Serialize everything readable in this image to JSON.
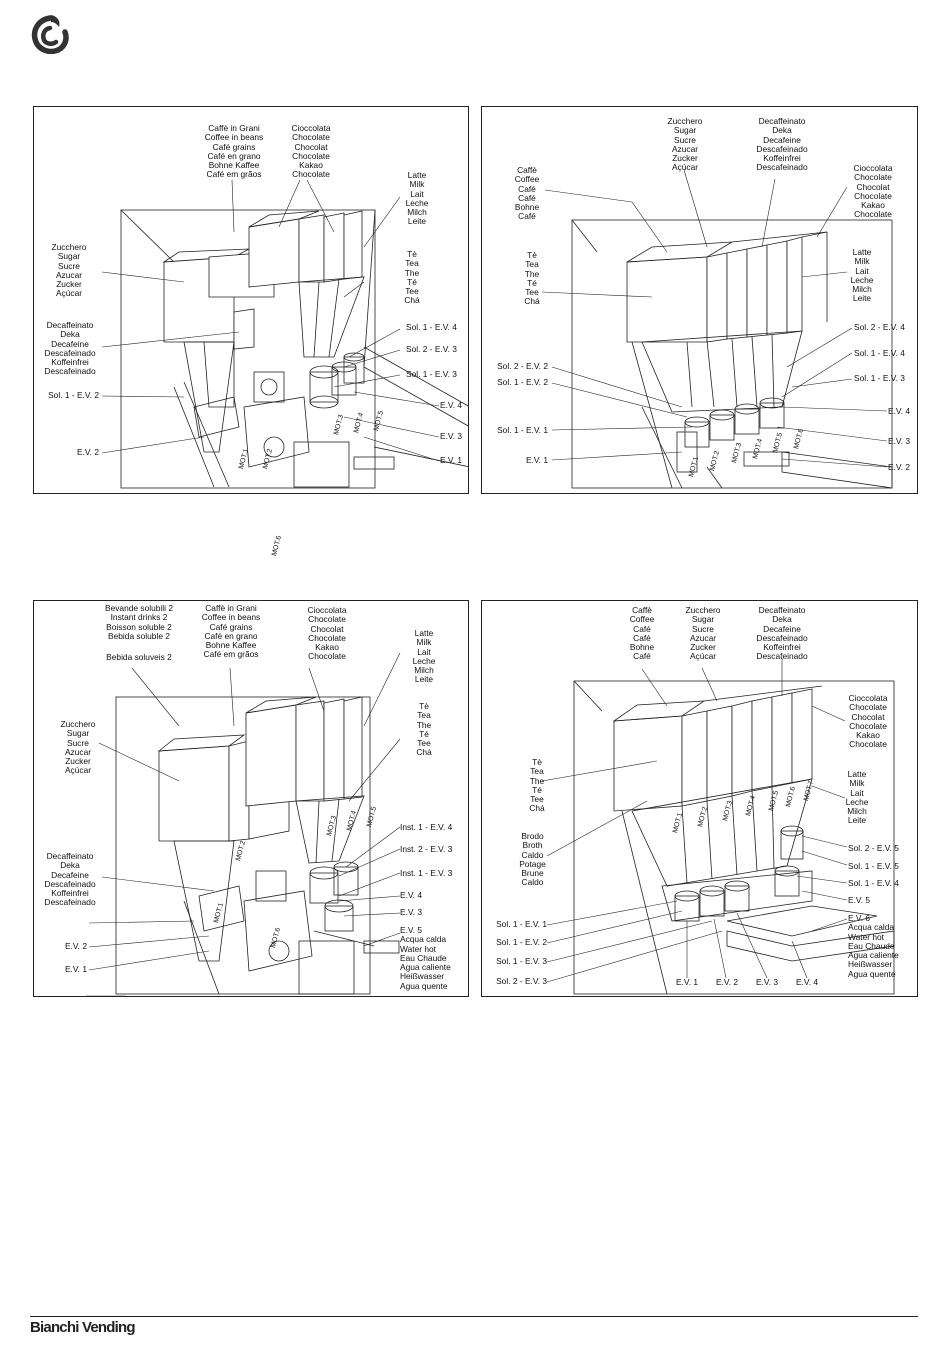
{
  "footer": {
    "brand": "Bianchi Vending"
  },
  "panels": [
    {
      "labels": [
        "Caffè in Grani\nCoffee in beans\nCafé grains\nCafé en grano\nBohne Kaffee\nCafé em grãos",
        "Cioccolata\nChocolate\nChocolat\nChocolate\nKakao\nChocolate",
        "Latte\nMilk\nLait\nLeche\nMilch\nLeite",
        "Zucchero\nSugar\nSucre\nAzucar\nZucker\nAçúcar",
        "Tè\nTea\nThe\nTé\nTee\nChá",
        "Decaffeinato\nDeka\nDecafeine\nDescafeinado\nKoffeinfrei\nDescafeinado",
        "Sol. 1 - E.V. 4",
        "Sol. 2 - E.V. 3",
        "Sol. 1 - E.V. 3",
        "Sol. 1 - E.V. 2",
        "E.V. 4",
        "E.V. 3",
        "E.V. 2",
        "E.V. 1"
      ]
    },
    {
      "labels": [
        "Zucchero\nSugar\nSucre\nAzucar\nZucker\nAçúcar",
        "Decaffeinato\nDeka\nDecafeine\nDescafeinado\nKoffeinfrei\nDescafeinado",
        "Caffè\nCoffee\nCafé\nCafé\nBohne\nCafé",
        "Cioccolata\nChocolate\nChocolat\nChocolate\nKakao\nChocolate",
        "Tè\nTea\nThe\nTé\nTee\nChá",
        "Latte\nMilk\nLait\nLeche\nMilch\nLeite",
        "Sol. 2 - E.V. 4",
        "Sol. 1 - E.V. 4",
        "Sol. 1 - E.V. 3",
        "Sol. 2 - E.V. 2",
        "Sol. 1 - E.V. 2",
        "Sol. 1 - E.V. 1",
        "E.V. 4",
        "E.V. 3",
        "E.V. 1",
        "E.V. 2"
      ]
    },
    {
      "labels": [
        "Bevande solubili 2\nInstant drinks 2\nBoisson soluble 2\nBebida soluble 2",
        "Bebida soluveis 2",
        "Caffè in Grani\nCoffee in beans\nCafé grains\nCafé en grano\nBohne Kaffee\nCafé em grãos",
        "Cioccolata\nChocolate\nChocolat\nChocolate\nKakao\nChocolate",
        "Latte\nMilk\nLait\nLeche\nMilch\nLeite",
        "Zucchero\nSugar\nSucre\nAzucar\nZucker\nAçúcar",
        "Tè\nTea\nThe\nTé\nTee\nChá",
        "Decaffeinato\nDeka\nDecafeine\nDescafeinado\nKoffeinfrei\nDescafeinado",
        "Inst. 1 - E.V. 4",
        "Inst. 2 - E.V. 3",
        "Inst. 1 - E.V. 3",
        "E.V. 4",
        "E.V. 3",
        "E.V. 5\nAcqua calda\nWater hot\nEau Chaude\nAgua caliente\nHeißwasser\nAgua quente",
        "E.V. 2",
        "E.V. 1"
      ]
    },
    {
      "labels": [
        "Caffè\nCoffee\nCafé\nCafé\nBohne\nCafé",
        "Zucchero\nSugar\nSucre\nAzucar\nZucker\nAçúcar",
        "Decaffeinato\nDeka\nDecafeine\nDescafeinado\nKoffeinfrei\nDescafeinado",
        "Cioccolata\nChocolate\nChocolat\nChocolate\nKakao\nChocolate",
        "Tè\nTea\nThe\nTé\nTee\nChá",
        "Latte\nMilk\nLait\nLeche\nMilch\nLeite",
        "Brodo\nBroth\nCaldo\nPotage\nBrune\nCaldo",
        "Sol. 2 - E.V. 5",
        "Sol. 1 - E.V. 5",
        "Sol. 1 - E.V. 4",
        "E.V. 5",
        "E.V. 6\nAcqua calda\nWater hot\nEau Chaude\nAgua caliente\nHeißwasser\nAgua quente",
        "Sol. 1 - E.V. 1",
        "Sol. 1 - E.V. 2",
        "Sol. 1 - E.V. 3",
        "Sol. 2 - E.V. 3",
        "E.V. 1",
        "E.V. 2",
        "E.V. 3",
        "E.V. 4"
      ]
    }
  ],
  "motor_tags": {
    "p1": [
      "MOT.1",
      "MOT.2",
      "MOT.3",
      "MOT.4",
      "MOT.5",
      "MOT.6"
    ],
    "p2": [
      "MOT.1",
      "MOT.2",
      "MOT.3",
      "MOT.4",
      "MOT.5",
      "MOT.6"
    ],
    "p3": [
      "MOT.1",
      "MOT.2",
      "MOT.3",
      "MOT.4",
      "MOT.5",
      "MOT.6"
    ],
    "p4": [
      "MOT.1",
      "MOT.2",
      "MOT.3",
      "MOT.4",
      "MOT.5",
      "MOT.6",
      "MOT.7"
    ]
  },
  "icons": {
    "logo": "bianchi-flame-logo"
  }
}
